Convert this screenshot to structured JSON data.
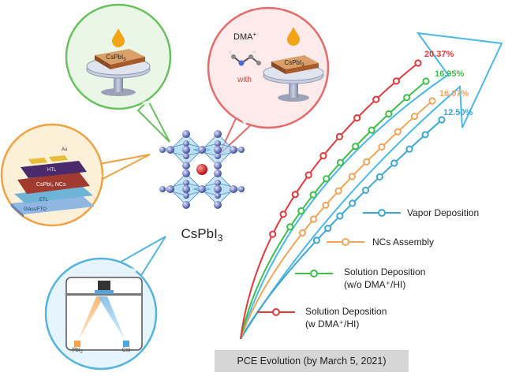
{
  "diagram": {
    "center_label": "CsPbI",
    "center_label_sub": "3",
    "caption": "PCE Evolution (by March 5, 2021)",
    "top_left_bubble": {
      "layer_label": "CsPbI",
      "layer_label_sub": "3"
    },
    "top_right_bubble": {
      "additive": "DMA",
      "additive_sup": "+",
      "with_label": "with",
      "layer_label": "CsPbI",
      "layer_label_sub": "3"
    },
    "left_bubble": {
      "layers": [
        "Au",
        "HTL",
        "CsPbI₃ NCs",
        "ETL",
        "Glass/FTO"
      ]
    },
    "bottom_bubble": {
      "source_left": "PbI",
      "source_left_sub": "2",
      "source_right": "CsI"
    },
    "colors": {
      "vapor": "#3ba6d8",
      "nc": "#f0a55a",
      "solution_wo": "#3cc04a",
      "solution_w": "#e23a3a",
      "green_bubble": "#67c25d",
      "red_bubble": "#e56a6a",
      "orange_bubble": "#f0a142",
      "blue_bubble": "#54b4e0"
    }
  },
  "chart_data": {
    "type": "line",
    "series": [
      {
        "name": "Vapor Deposition",
        "color": "#3ba6d8",
        "pce_label": "12.50%",
        "points": 10
      },
      {
        "name": "NCs Assembly",
        "color": "#f0a55a",
        "pce_label": "16.07%",
        "points": 10
      },
      {
        "name": "Solution Deposition (w/o DMA⁺/HI)",
        "legend_line1": "Solution Deposition",
        "legend_line2": "(w/o DMA⁺/HI)",
        "color": "#3cc04a",
        "pce_label": "16.95%",
        "points": 10
      },
      {
        "name": "Solution Deposition (w DMA⁺/HI)",
        "legend_line1": "Solution Deposition",
        "legend_line2": "(w DMA⁺/HI)",
        "color": "#e23a3a",
        "pce_label": "20.37%",
        "points": 10
      }
    ],
    "grid": false,
    "legend_placement": "bottom-right"
  }
}
